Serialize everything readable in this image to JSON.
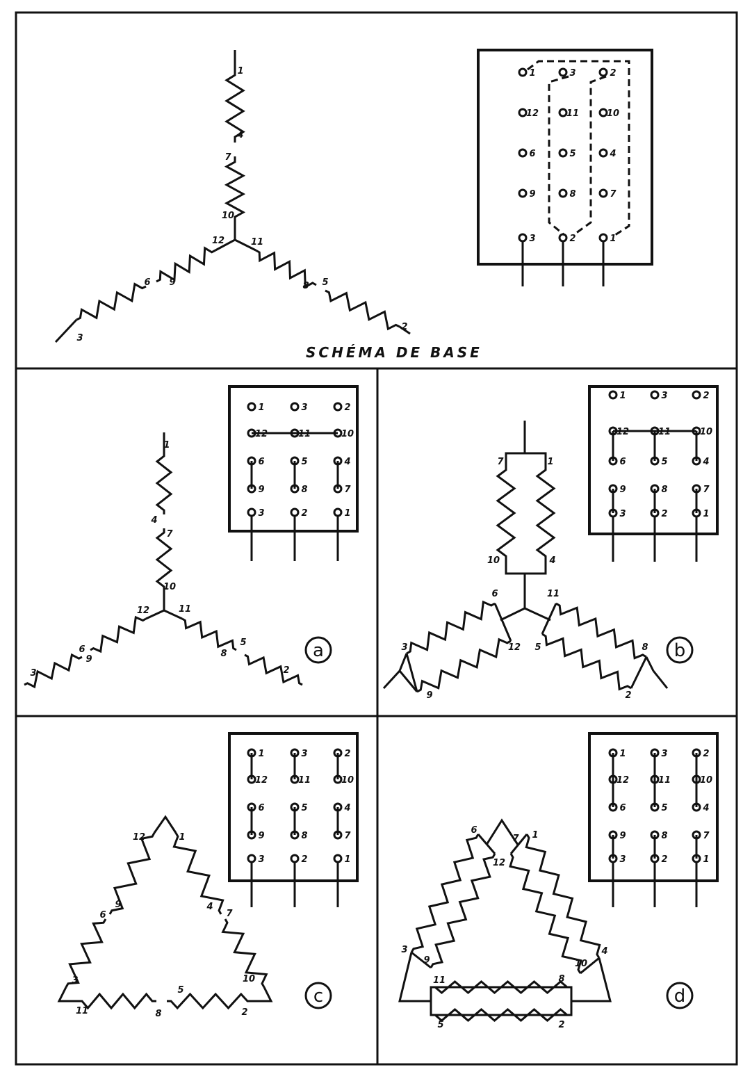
{
  "title": "SCHÉMA DE BASE",
  "panels": {
    "base": {
      "star_terminals": [
        "1",
        "4",
        "7",
        "10",
        "12",
        "11",
        "6",
        "9",
        "3",
        "8",
        "5",
        "2"
      ],
      "board": {
        "top": [
          "1",
          "3",
          "2"
        ],
        "row2": [
          "12",
          "11",
          "10"
        ],
        "row3": [
          "6",
          "5",
          "4"
        ],
        "row4": [
          "9",
          "8",
          "7"
        ],
        "bottom": [
          "3",
          "2",
          "1"
        ]
      }
    },
    "a": {
      "tag": "a",
      "star_terminals": [
        "1",
        "4",
        "7",
        "10",
        "12",
        "11",
        "6",
        "9",
        "3",
        "8",
        "5",
        "2"
      ],
      "board": {
        "top": [
          "1",
          "3",
          "2"
        ],
        "row2": [
          "12",
          "11",
          "10"
        ],
        "row3": [
          "6",
          "5",
          "4"
        ],
        "row4": [
          "9",
          "8",
          "7"
        ],
        "bottom": [
          "3",
          "2",
          "1"
        ]
      }
    },
    "b": {
      "tag": "b",
      "terminals": [
        "7",
        "1",
        "10",
        "4",
        "6",
        "11",
        "3",
        "12",
        "5",
        "8",
        "9",
        "2"
      ],
      "board": {
        "top": [
          "1",
          "3",
          "2"
        ],
        "row2": [
          "12",
          "11",
          "10"
        ],
        "row3": [
          "6",
          "5",
          "4"
        ],
        "row4": [
          "9",
          "8",
          "7"
        ],
        "bottom": [
          "3",
          "2",
          "1"
        ]
      }
    },
    "c": {
      "tag": "c",
      "terminals": [
        "12",
        "1",
        "6",
        "9",
        "4",
        "7",
        "3",
        "10",
        "11",
        "8",
        "5",
        "2"
      ],
      "board": {
        "top": [
          "1",
          "3",
          "2"
        ],
        "row2": [
          "12",
          "11",
          "10"
        ],
        "row3": [
          "6",
          "5",
          "4"
        ],
        "row4": [
          "9",
          "8",
          "7"
        ],
        "bottom": [
          "3",
          "2",
          "1"
        ]
      }
    },
    "d": {
      "tag": "d",
      "terminals": [
        "6",
        "1",
        "12",
        "7",
        "3",
        "9",
        "4",
        "10",
        "11",
        "8",
        "5",
        "2"
      ],
      "board": {
        "top": [
          "1",
          "3",
          "2"
        ],
        "row2": [
          "12",
          "11",
          "10"
        ],
        "row3": [
          "6",
          "5",
          "4"
        ],
        "row4": [
          "9",
          "8",
          "7"
        ],
        "bottom": [
          "3",
          "2",
          "1"
        ]
      }
    }
  }
}
